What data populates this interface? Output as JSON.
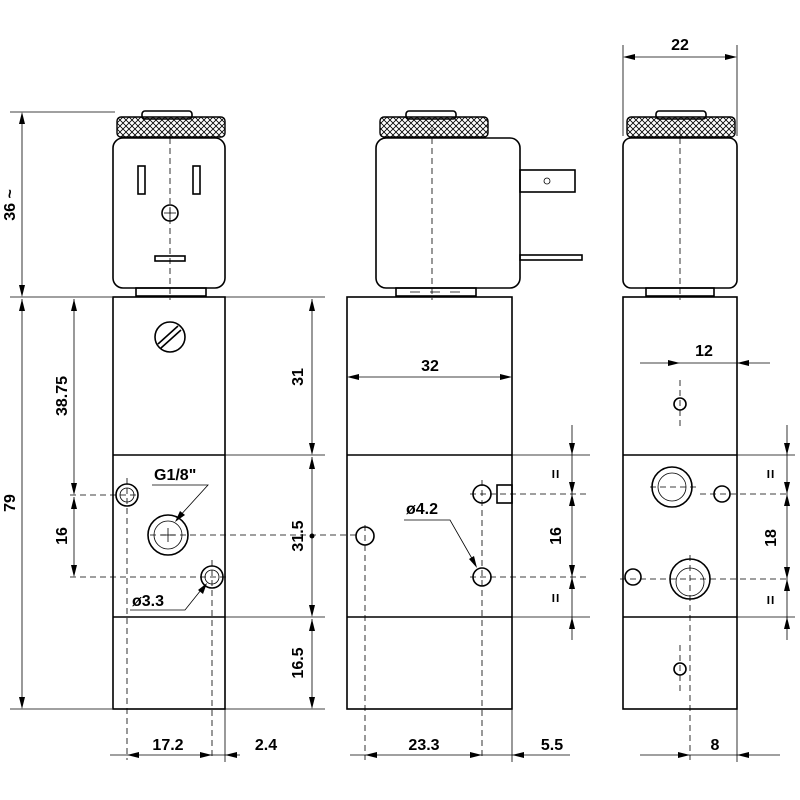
{
  "dimensions": {
    "coil_height": "36 ~",
    "body_height": "79",
    "upper_block": "38.75",
    "port_spacing_left": "16",
    "port_thread": "G1/8\"",
    "mount_hole": "ø3.3",
    "width_left_a": "17.2",
    "width_left_b": "2.4",
    "upper_height": "31",
    "middle_height": "31.5",
    "lower_height": "16.5",
    "body_width": "32",
    "port_hole": "ø4.2",
    "port_spacing_mid": "16",
    "equal_mark": "=",
    "width_mid_a": "23.3",
    "width_mid_b": "5.5",
    "side_width": "22",
    "side_offset": "12",
    "side_spacing": "18",
    "side_bottom": "8"
  }
}
